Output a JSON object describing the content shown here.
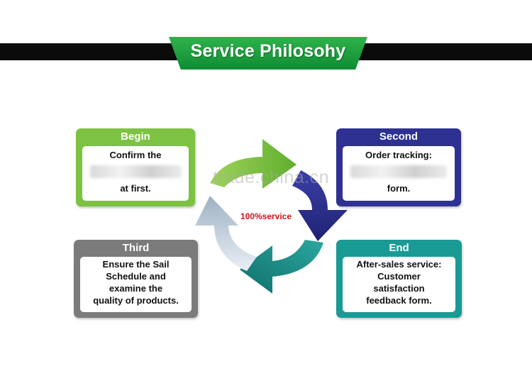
{
  "header": {
    "title": "Service Philosohy"
  },
  "watermark": {
    "text": "trade.china.cn"
  },
  "center": {
    "label": "100%service"
  },
  "cards": {
    "begin": {
      "title": "Begin",
      "line1": "Confirm the",
      "line2": "at first.",
      "color": "#7dc242"
    },
    "second": {
      "title": "Second",
      "line1": "Order tracking:",
      "line2": "form.",
      "color": "#2e3192"
    },
    "third": {
      "title": "Third",
      "lines": [
        "Ensure the Sail",
        "Schedule  and",
        "examine the",
        "quality of products."
      ],
      "color": "#7b7b7b"
    },
    "end": {
      "title": "End",
      "lines": [
        "After-sales service:",
        "Customer",
        "satisfaction",
        "feedback form."
      ],
      "color": "#199a95"
    }
  },
  "cycle_colors": {
    "green": "#7cc142",
    "navy": "#2b2e8f",
    "teal": "#1a8c86",
    "silver": "#b8c6d4"
  }
}
